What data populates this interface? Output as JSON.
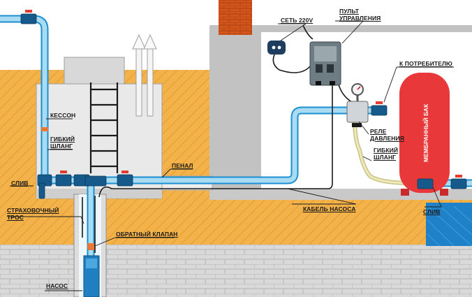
{
  "labels": {
    "network": "СЕТЬ 220V",
    "control_panel": "ПУЛЬТ\nУПРАВЛЕНИЯ",
    "to_consumer": "К ПОТРЕБИТЕЛЮ",
    "membrane_tank": "МЕМБРАННЫЙ БАК",
    "caisson": "КЕССОН",
    "flexible_hose_left": "ГИБКИЙ\nШЛАНГ",
    "drain_left": "СЛИВ",
    "sleeve": "ПЕНАЛ",
    "pressure_relay": "РЕЛЕ\nДАВЛЕНИЯ",
    "flexible_hose_right": "ГИБКИЙ\nШЛАНГ",
    "pump_cable": "КАБЕЛЬ НАСОСА",
    "drain_right": "СЛИВ",
    "safety_rope": "СТРАХОВОЧНЫЙ\nТРОС",
    "check_valve": "ОБРАТНЫЙ КЛАПАН",
    "pump": "НАСОС"
  },
  "colors": {
    "soil": "#f3b24a",
    "pipe": "#a9dcf2",
    "pipe_outline": "#1b8fd0",
    "valve": "#155a8a",
    "tank": "#e8383a",
    "brick": "#d8d8d8",
    "chimney": "#d05a1e",
    "wall": "#bdbdbd"
  }
}
